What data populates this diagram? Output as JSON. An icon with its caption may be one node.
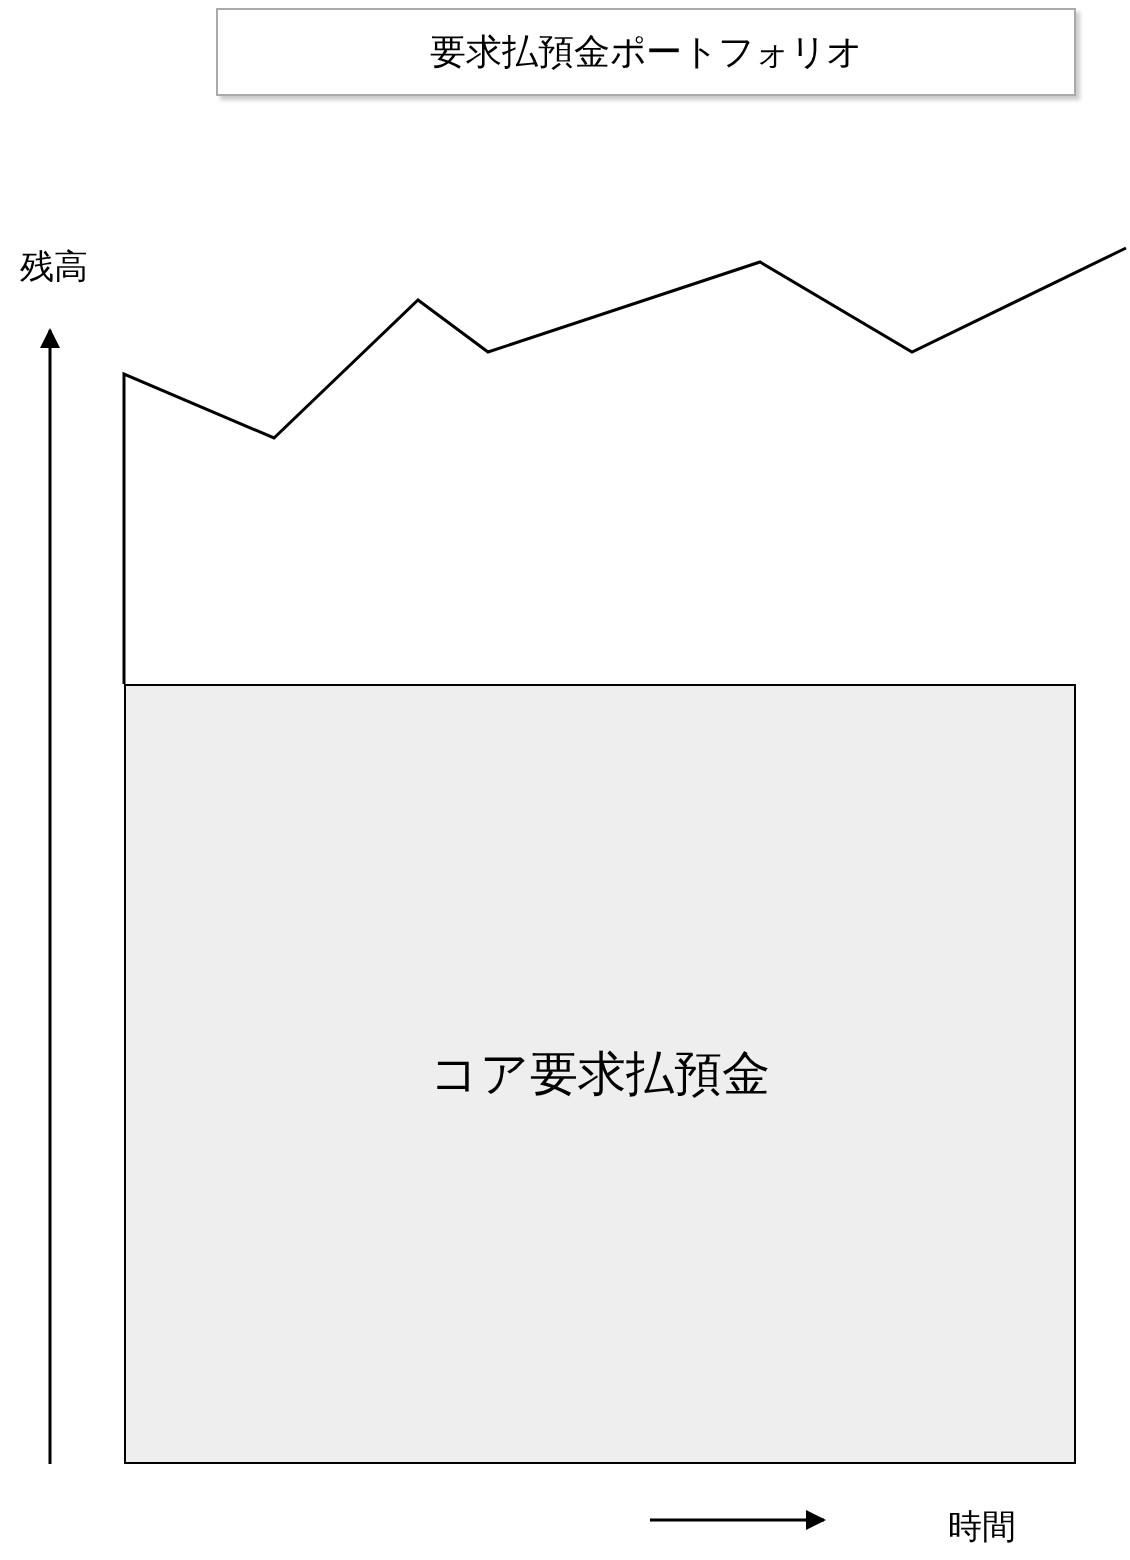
{
  "diagram": {
    "nodes": [
      {
        "text": [
          "要求払預金ポートフォリオ"
        ]
      },
      {
        "text": [
          "コア要求払預金"
        ]
      }
    ],
    "labels": [
      "残高",
      "時間"
    ]
  }
}
